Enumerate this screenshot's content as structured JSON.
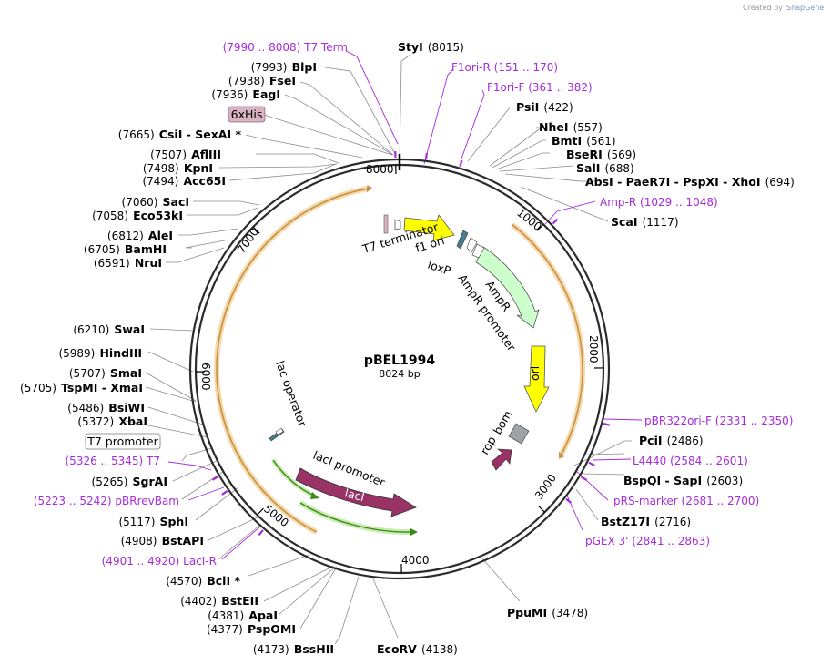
{
  "credit": {
    "text": "Created by",
    "brand": "SnapGene"
  },
  "plasmid": {
    "name": "pBEL1994",
    "size_label": "8024 bp",
    "length": 8024
  },
  "ticks": [
    "1000",
    "2000",
    "3000",
    "4000",
    "5000",
    "6000",
    "7000",
    "8000"
  ],
  "enzymes": [
    {
      "name": "StyI",
      "pos": "(8015)"
    },
    {
      "name": "BlpI",
      "pos": "(7993)"
    },
    {
      "name": "FseI",
      "pos": "(7938)"
    },
    {
      "name": "EagI",
      "pos": "(7936)"
    },
    {
      "name": "CsiI - SexAI *",
      "pos": "(7665)"
    },
    {
      "name": "AflIII",
      "pos": "(7507)"
    },
    {
      "name": "KpnI",
      "pos": "(7498)"
    },
    {
      "name": "Acc65I",
      "pos": "(7494)"
    },
    {
      "name": "SacI",
      "pos": "(7060)"
    },
    {
      "name": "Eco53kI",
      "pos": "(7058)"
    },
    {
      "name": "AleI",
      "pos": "(6812)"
    },
    {
      "name": "BamHI",
      "pos": "(6705)"
    },
    {
      "name": "NruI",
      "pos": "(6591)"
    },
    {
      "name": "SwaI",
      "pos": "(6210)"
    },
    {
      "name": "HindIII",
      "pos": "(5989)"
    },
    {
      "name": "SmaI",
      "pos": "(5707)"
    },
    {
      "name": "TspMI - XmaI",
      "pos": "(5705)"
    },
    {
      "name": "BsiWI",
      "pos": "(5486)"
    },
    {
      "name": "XbaI",
      "pos": "(5372)"
    },
    {
      "name": "SgrAI",
      "pos": "(5265)"
    },
    {
      "name": "SphI",
      "pos": "(5117)"
    },
    {
      "name": "BstAPI",
      "pos": "(4908)"
    },
    {
      "name": "BclI *",
      "pos": "(4570)"
    },
    {
      "name": "BstEII",
      "pos": "(4402)"
    },
    {
      "name": "ApaI",
      "pos": "(4381)"
    },
    {
      "name": "PspOMI",
      "pos": "(4377)"
    },
    {
      "name": "BssHII",
      "pos": "(4173)"
    },
    {
      "name": "EcoRV",
      "pos": "(4138)"
    },
    {
      "name": "PpuMI",
      "pos": "(3478)"
    },
    {
      "name": "BstZ17I",
      "pos": "(2716)"
    },
    {
      "name": "BspQI - SapI",
      "pos": "(2603)"
    },
    {
      "name": "PciI",
      "pos": "(2486)"
    },
    {
      "name": "ScaI",
      "pos": "(1117)"
    },
    {
      "name": "AbsI - PaeR7I - PspXI - XhoI",
      "pos": "(694)"
    },
    {
      "name": "SalI",
      "pos": "(688)"
    },
    {
      "name": "BseRI",
      "pos": "(569)"
    },
    {
      "name": "BmtI",
      "pos": "(561)"
    },
    {
      "name": "NheI",
      "pos": "(557)"
    },
    {
      "name": "PsiI",
      "pos": "(422)"
    }
  ],
  "primers": [
    {
      "name": "T7 Term",
      "range": "(7990 .. 8008)"
    },
    {
      "name": "F1ori-R",
      "range": "(151 .. 170)"
    },
    {
      "name": "F1ori-F",
      "range": "(361 .. 382)"
    },
    {
      "name": "Amp-R",
      "range": "(1029 .. 1048)"
    },
    {
      "name": "pBR322ori-F",
      "range": "(2331 .. 2350)"
    },
    {
      "name": "L4440",
      "range": "(2584 .. 2601)"
    },
    {
      "name": "pRS-marker",
      "range": "(2681 .. 2700)"
    },
    {
      "name": "pGEX 3'",
      "range": "(2841 .. 2863)"
    },
    {
      "name": "T7",
      "range": "(5326 .. 5345)"
    },
    {
      "name": "pBRrevBam",
      "range": "(5223 .. 5242)"
    },
    {
      "name": "LacI-R",
      "range": "(4901 .. 4920)"
    }
  ],
  "boxed_labels": {
    "his": {
      "text": "6xHis",
      "color": "#d9b3c3"
    },
    "t7_promoter": {
      "text": "T7 promoter",
      "color": "#ffffff"
    }
  },
  "features": {
    "t7_terminator": "T7 terminator",
    "f1_ori": "f1 ori",
    "loxp": "loxP",
    "ampr": "AmpR",
    "ampr_promoter": "AmpR promoter",
    "ori": "ori",
    "rop": "rop",
    "bom": "bom",
    "laci_promoter": "lacI promoter",
    "laci": "lacI",
    "lac_operator": "lac operator"
  },
  "colors": {
    "backbone": "#2b2b2b",
    "primer": "#a52bdb",
    "f1_ori": "#ffff00",
    "ori": "#ffff00",
    "ampr": "#ccffcc",
    "laci": "#993366",
    "rop": "#993366",
    "orf_arc": "#c8914a",
    "orf_glow": "#f5d9a8",
    "laci_orf": "#3c8a1a",
    "laci_glow": "#c9ecb0",
    "bom": "#999999",
    "loxp": "#4a7d8f"
  }
}
